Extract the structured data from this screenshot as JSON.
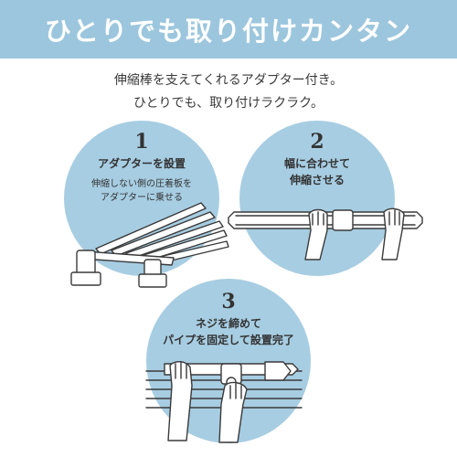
{
  "banner": {
    "title": "ひとりでも取り付けカンタン"
  },
  "intro": {
    "line1": "伸縮棒を支えてくれるアダプター付き。",
    "line2": "ひとりでも、取り付けラクラク。"
  },
  "steps": [
    {
      "number": "1",
      "heading": [
        "アダプターを設置"
      ],
      "body": [
        "伸縮しない側の圧着板を",
        "アダプターに乗せる"
      ]
    },
    {
      "number": "2",
      "heading": [
        "幅に合わせて",
        "伸縮させる"
      ],
      "body": []
    },
    {
      "number": "3",
      "heading": [
        "ネジを締めて",
        "パイプを固定して設置完了"
      ],
      "body": []
    }
  ],
  "colors": {
    "banner": "#9cc6dd",
    "circle": "#a7cde2",
    "text": "#333333",
    "line": "#3a3a3a"
  }
}
